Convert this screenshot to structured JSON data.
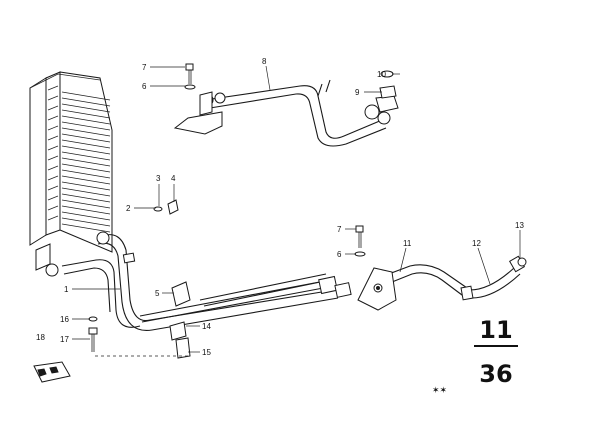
{
  "diagram": {
    "callouts": {
      "c1": "1",
      "c2": "2",
      "c3": "3",
      "c4": "4",
      "c5": "5",
      "c6a": "6",
      "c6b": "6",
      "c7a": "7",
      "c7b": "7",
      "c8": "8",
      "c9": "9",
      "c10": "10",
      "c11": "11",
      "c12": "12",
      "c13": "13",
      "c14": "14",
      "c15": "15",
      "c16": "16",
      "c17": "17",
      "c18": "18"
    },
    "group_number": {
      "top": "11",
      "bottom": "36"
    },
    "footer_mark": "✶✶"
  }
}
